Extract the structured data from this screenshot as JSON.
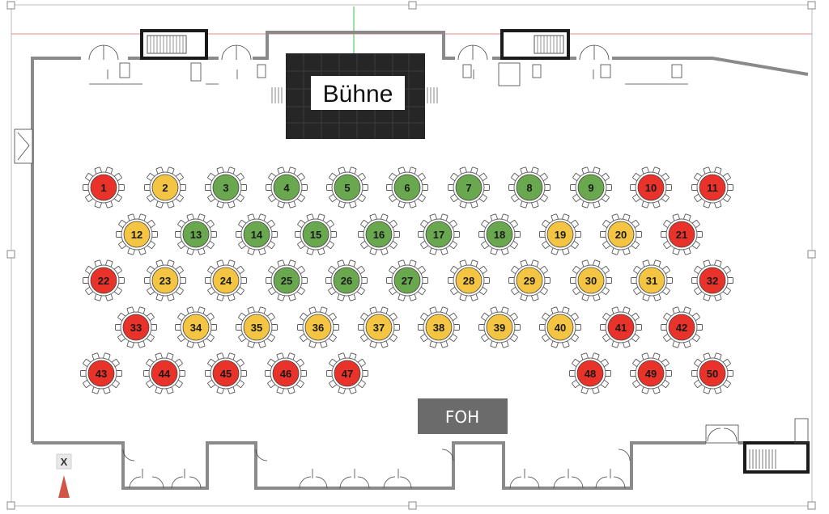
{
  "stage": {
    "label": "Bühne"
  },
  "foh": {
    "label": "FOH"
  },
  "marker": {
    "label": "X"
  },
  "colors": {
    "red": "#e8322a",
    "yellow": "#f4c443",
    "green": "#6aa84f",
    "stage_fill": "#262626",
    "wall": "#8a8a8a",
    "foh_fill": "#6b6b6b"
  },
  "rows": [
    {
      "tables": [
        {
          "n": "1",
          "c": "red"
        },
        {
          "n": "2",
          "c": "yellow"
        },
        {
          "n": "3",
          "c": "green"
        },
        {
          "n": "4",
          "c": "green"
        },
        {
          "n": "5",
          "c": "green"
        },
        {
          "n": "6",
          "c": "green"
        },
        {
          "n": "7",
          "c": "green"
        },
        {
          "n": "8",
          "c": "green"
        },
        {
          "n": "9",
          "c": "green"
        },
        {
          "n": "10",
          "c": "red"
        },
        {
          "n": "11",
          "c": "red"
        }
      ]
    },
    {
      "tables": [
        {
          "n": "12",
          "c": "yellow"
        },
        {
          "n": "13",
          "c": "green"
        },
        {
          "n": "14",
          "c": "green"
        },
        {
          "n": "15",
          "c": "green"
        },
        {
          "n": "16",
          "c": "green"
        },
        {
          "n": "17",
          "c": "green"
        },
        {
          "n": "18",
          "c": "green"
        },
        {
          "n": "19",
          "c": "yellow"
        },
        {
          "n": "20",
          "c": "yellow"
        },
        {
          "n": "21",
          "c": "red"
        }
      ]
    },
    {
      "tables": [
        {
          "n": "22",
          "c": "red"
        },
        {
          "n": "23",
          "c": "yellow"
        },
        {
          "n": "24",
          "c": "yellow"
        },
        {
          "n": "25",
          "c": "green"
        },
        {
          "n": "26",
          "c": "green"
        },
        {
          "n": "27",
          "c": "green"
        },
        {
          "n": "28",
          "c": "yellow"
        },
        {
          "n": "29",
          "c": "yellow"
        },
        {
          "n": "30",
          "c": "yellow"
        },
        {
          "n": "31",
          "c": "yellow"
        },
        {
          "n": "32",
          "c": "red"
        }
      ]
    },
    {
      "tables": [
        {
          "n": "33",
          "c": "red"
        },
        {
          "n": "34",
          "c": "yellow"
        },
        {
          "n": "35",
          "c": "yellow"
        },
        {
          "n": "36",
          "c": "yellow"
        },
        {
          "n": "37",
          "c": "yellow"
        },
        {
          "n": "38",
          "c": "yellow"
        },
        {
          "n": "39",
          "c": "yellow"
        },
        {
          "n": "40",
          "c": "yellow"
        },
        {
          "n": "41",
          "c": "red"
        },
        {
          "n": "42",
          "c": "red"
        }
      ]
    },
    {
      "tables": [
        {
          "n": "43",
          "c": "red"
        },
        {
          "n": "44",
          "c": "red"
        },
        {
          "n": "45",
          "c": "red"
        },
        {
          "n": "46",
          "c": "red"
        },
        {
          "n": "47",
          "c": "red"
        },
        {
          "n": "48",
          "c": "red"
        },
        {
          "n": "49",
          "c": "red"
        },
        {
          "n": "50",
          "c": "red"
        }
      ]
    }
  ]
}
